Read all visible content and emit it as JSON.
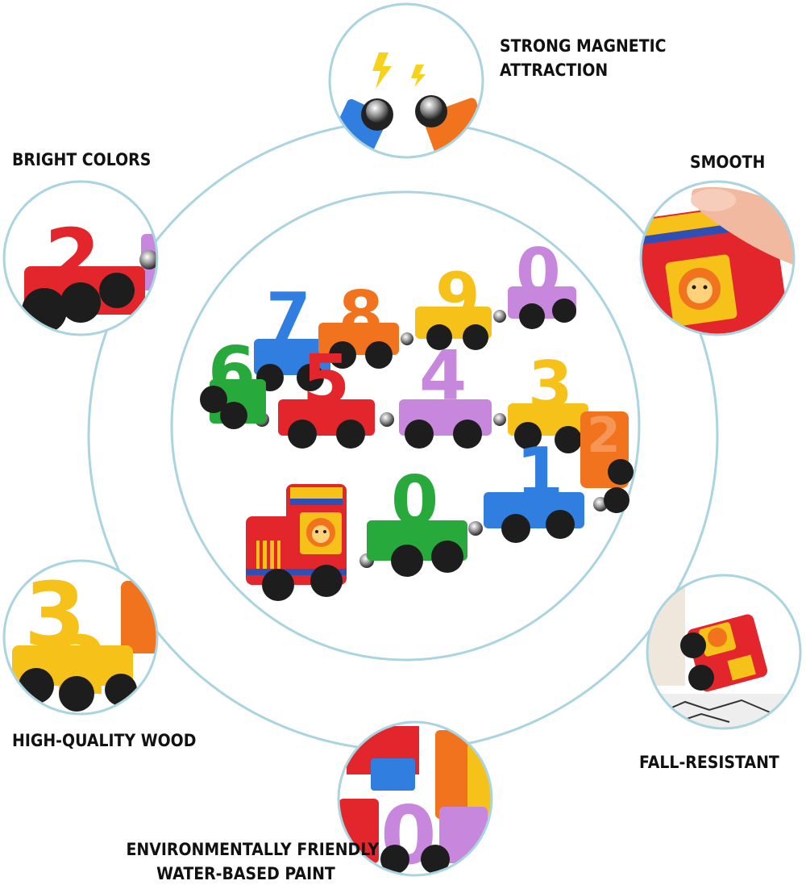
{
  "features": {
    "magnetic": {
      "line1": "STRONG MAGNETIC",
      "line2": "ATTRACTION",
      "icon": "magnet-lightning-icon"
    },
    "bright_colors": {
      "label": "BRIGHT COLORS",
      "icon": "red-number-2-car-icon"
    },
    "smooth": {
      "label": "SMOOTH",
      "icon": "finger-touch-engine-icon"
    },
    "wood": {
      "label": "HIGH-QUALITY WOOD",
      "icon": "yellow-number-cars-icon"
    },
    "fall_resistant": {
      "label": "FALL-RESISTANT",
      "icon": "falling-engine-icon"
    },
    "paint": {
      "line1": "ENVIRONMENTALLY FRIENDLY",
      "line2": "WATER-BASED PAINT",
      "icon": "colorful-number-blocks-icon"
    }
  },
  "center_digits": [
    "7",
    "8",
    "9",
    "0",
    "6",
    "5",
    "4",
    "3",
    "2",
    "1",
    "0"
  ],
  "colors": {
    "ring": "#a9d4e0",
    "red": "#e3262b",
    "orange": "#f2731d",
    "yellow": "#f6c21a",
    "purple": "#c787dc",
    "blue": "#2f7ee0",
    "green": "#27a93c",
    "wheel": "#1d1d1d"
  }
}
